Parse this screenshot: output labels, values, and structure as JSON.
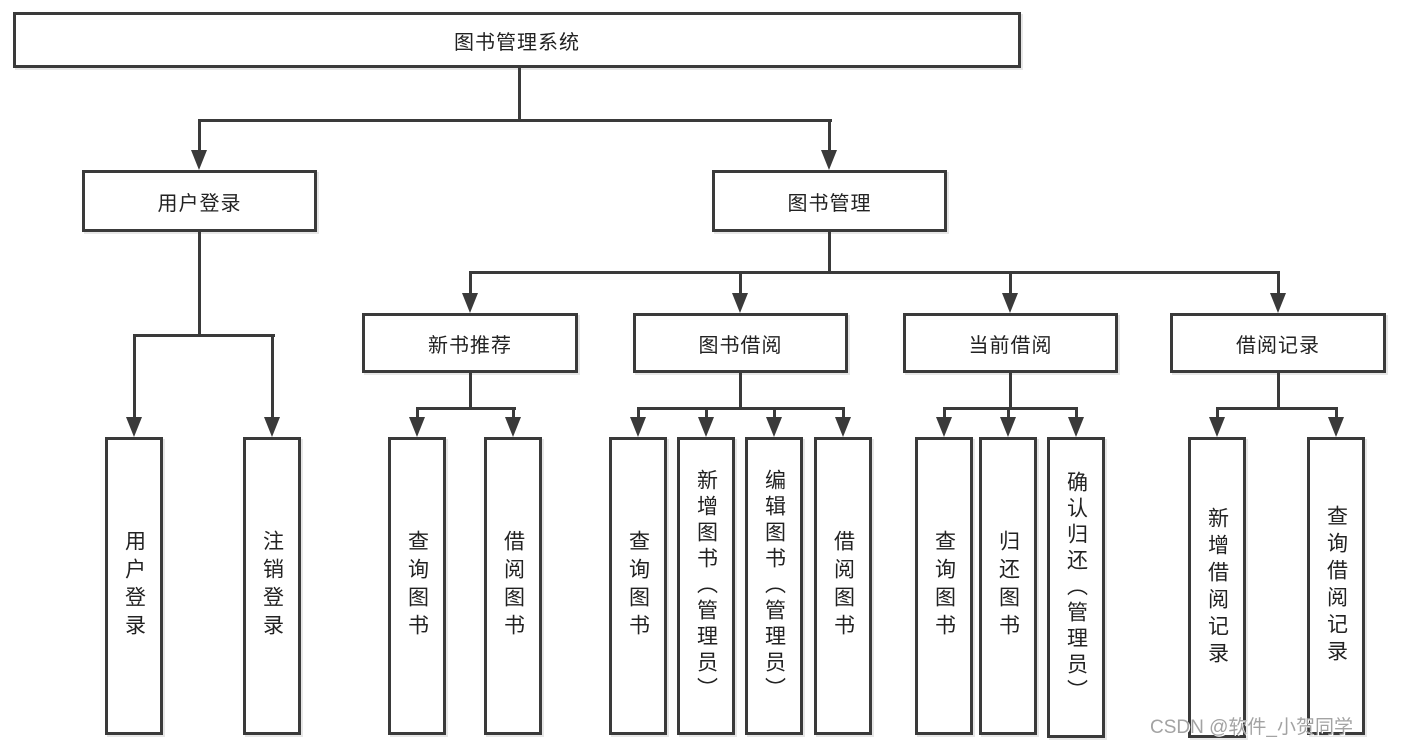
{
  "colors": {
    "line": "#3a3a3a",
    "text": "#222222",
    "watermark": "#a3a3a3",
    "background": "#ffffff"
  },
  "watermark": "CSDN @软件_小贺同学",
  "tree": {
    "label": "图书管理系统",
    "children": [
      {
        "label": "用户登录",
        "children": [
          {
            "label": "用户登录"
          },
          {
            "label": "注销登录"
          }
        ]
      },
      {
        "label": "图书管理",
        "children": [
          {
            "label": "新书推荐",
            "children": [
              {
                "label": "查询图书"
              },
              {
                "label": "借阅图书"
              }
            ]
          },
          {
            "label": "图书借阅",
            "children": [
              {
                "label": "查询图书"
              },
              {
                "label": "新增图书（管理员）"
              },
              {
                "label": "编辑图书（管理员）"
              },
              {
                "label": "借阅图书"
              }
            ]
          },
          {
            "label": "当前借阅",
            "children": [
              {
                "label": "查询图书"
              },
              {
                "label": "归还图书"
              },
              {
                "label": "确认归还（管理员）"
              }
            ]
          },
          {
            "label": "借阅记录",
            "children": [
              {
                "label": "新增借阅记录"
              },
              {
                "label": "查询借阅记录"
              }
            ]
          }
        ]
      }
    ]
  }
}
